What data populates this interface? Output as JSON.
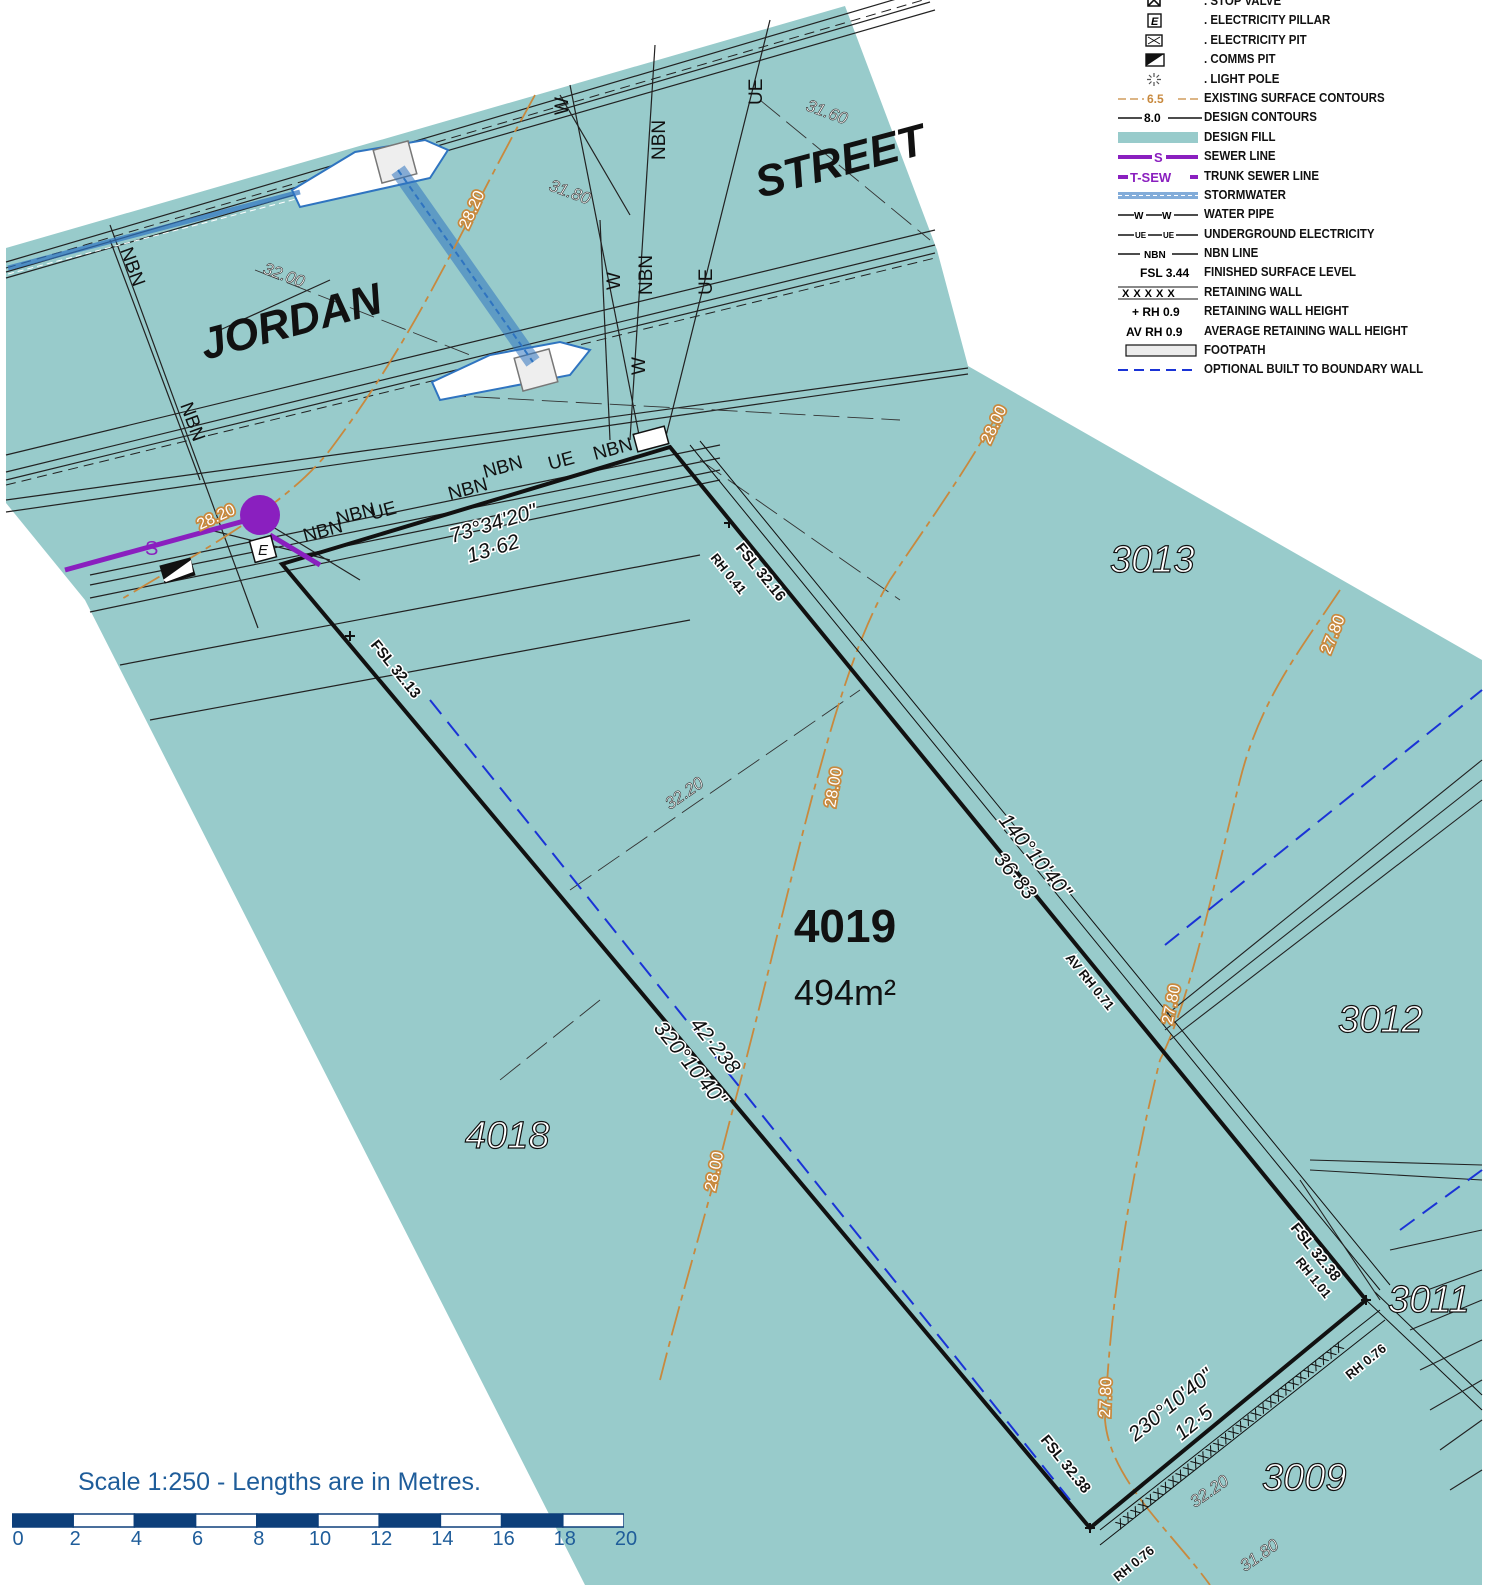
{
  "map": {
    "street_name_1": "JORDAN",
    "street_name_2": "STREET",
    "lot": {
      "number": "4019",
      "area": "494m²",
      "front_bearing": "73°34'20\"",
      "front_length": "13·62",
      "left_bearing": "320°10'40\"",
      "left_length": "42·238",
      "right_bearing": "140°10'40\"",
      "right_length": "36·83",
      "rear_bearing": "230°10'40\"",
      "rear_length": "12·5"
    },
    "neighbour_lots": [
      "3013",
      "3012",
      "3011",
      "3009",
      "4018"
    ],
    "fsl_labels": [
      "FSL 32.13",
      "FSL 32.16",
      "FSL 32.38",
      "FSL 32.38"
    ],
    "rh_labels": [
      "RH 0.41",
      "RH 1.01",
      "RH 0.76",
      "RH 0.76"
    ],
    "av_rh_label": "AV RH 0.71",
    "contour_labels": [
      "28.20",
      "28.20",
      "28.00",
      "28.00",
      "28.00",
      "27.80",
      "27.80",
      "27.80"
    ],
    "design_contour_labels": [
      "31.60",
      "31.80",
      "32.00",
      "32.20",
      "32.20",
      "31.80"
    ],
    "service_labels": {
      "nbn": "NBN",
      "ue": "UE",
      "w": "W",
      "s": "S",
      "e": "E"
    },
    "colors": {
      "design_fill": "#98cbcb",
      "contour": "#c8893e",
      "sewer": "#8a1fbf",
      "stormwater": "#2f74c0",
      "boundary_wall": "#1a33d6",
      "scale_blue": "#1f5d9a"
    }
  },
  "legend": [
    {
      "symbol": "stop-valve-icon",
      "label": ". STOP VALVE"
    },
    {
      "symbol": "electricity-pillar-icon",
      "label": ". ELECTRICITY PILLAR"
    },
    {
      "symbol": "electricity-pit-icon",
      "label": ". ELECTRICITY PIT"
    },
    {
      "symbol": "comms-pit-icon",
      "label": ". COMMS PIT"
    },
    {
      "symbol": "light-pole-icon",
      "label": ". LIGHT POLE"
    },
    {
      "symbol": "existing-contour-icon",
      "label": "EXISTING SURFACE CONTOURS",
      "sample": "6.5"
    },
    {
      "symbol": "design-contour-icon",
      "label": "DESIGN CONTOURS",
      "sample": "8.0"
    },
    {
      "symbol": "design-fill-icon",
      "label": "DESIGN FILL"
    },
    {
      "symbol": "sewer-line-icon",
      "label": "SEWER LINE",
      "sample": "S"
    },
    {
      "symbol": "trunk-sewer-icon",
      "label": "TRUNK SEWER LINE",
      "sample": "T-SEW"
    },
    {
      "symbol": "stormwater-icon",
      "label": "STORMWATER"
    },
    {
      "symbol": "water-pipe-icon",
      "label": "WATER PIPE",
      "sample": "W"
    },
    {
      "symbol": "underground-electricity-icon",
      "label": "UNDERGROUND ELECTRICITY",
      "sample": "UE"
    },
    {
      "symbol": "nbn-line-icon",
      "label": "NBN LINE",
      "sample": "NBN"
    },
    {
      "symbol": "fsl-icon",
      "label": "FINISHED SURFACE LEVEL",
      "sample": "FSL 3.44"
    },
    {
      "symbol": "retaining-wall-icon",
      "label": "RETAINING WALL",
      "sample": "XXXXX"
    },
    {
      "symbol": "retaining-height-icon",
      "label": "RETAINING WALL HEIGHT",
      "sample": "+ RH 0.9"
    },
    {
      "symbol": "avg-retaining-height-icon",
      "label": "AVERAGE RETAINING WALL HEIGHT",
      "sample": "AV RH 0.9"
    },
    {
      "symbol": "footpath-icon",
      "label": "FOOTPATH"
    },
    {
      "symbol": "boundary-wall-icon",
      "label": "OPTIONAL BUILT TO BOUNDARY WALL"
    }
  ],
  "scale": {
    "title": "Scale 1:250 - Lengths are in Metres.",
    "ticks": [
      "0",
      "2",
      "4",
      "6",
      "8",
      "10",
      "12",
      "14",
      "16",
      "18",
      "20"
    ]
  }
}
